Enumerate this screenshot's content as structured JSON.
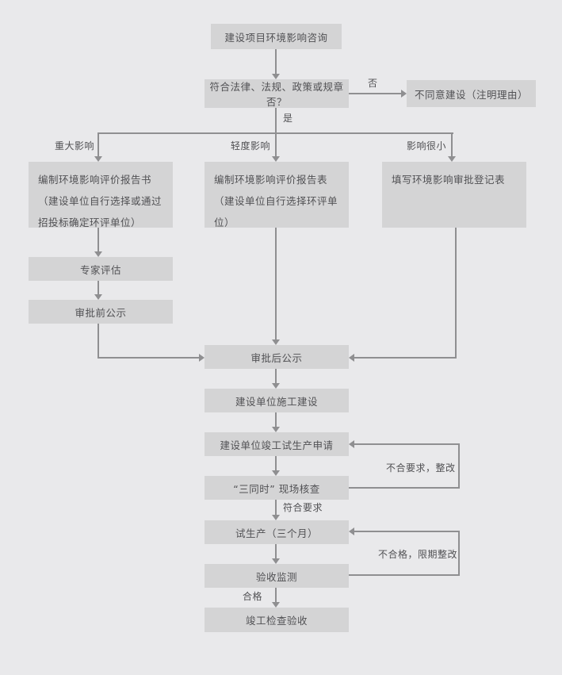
{
  "colors": {
    "bg": "#e9e9eb",
    "box": "#d4d4d5",
    "txt": "#515154",
    "line": "#8f8f91"
  },
  "nodes": {
    "start": "建设项目环境影响咨询",
    "question": "符合法律、法规、政策或规章否？",
    "reject": "不同意建设（注明理由）",
    "report_book": "编制环境影响评价报告书（建设单位自行选择或通过招投标确定环评单位）",
    "report_form": "编制环境影响评价报告表（建设单位自行选择环评单位）",
    "registration_form": "填写环境影响审批登记表",
    "expert_eval": "专家评估",
    "pre_approval_notice": "审批前公示",
    "post_approval_notice": "审批后公示",
    "construction": "建设单位施工建设",
    "trial_application": "建设单位竣工试生产申请",
    "onsite_check": "“三同时” 现场核查",
    "trial_production": "试生产（三个月）",
    "acceptance_monitoring": "验收监测",
    "final_acceptance": "竣工检查验收"
  },
  "edge_labels": {
    "no": "否",
    "yes": "是",
    "major_impact": "重大影响",
    "light_impact": "轻度影响",
    "minimal_impact": "影响很小",
    "not_meet_rectify": "不合要求，整改",
    "meets_requirements": "符合要求",
    "unqualified_rectify": "不合格，限期整改",
    "qualified": "合格"
  }
}
